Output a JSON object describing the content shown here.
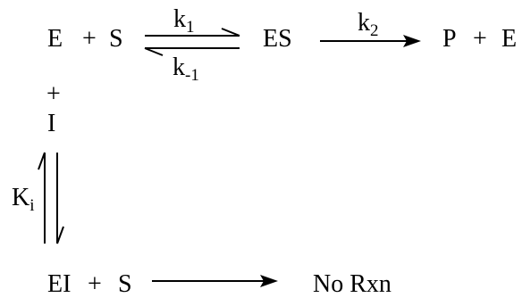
{
  "top_row": {
    "e": "E",
    "plus1": "+",
    "s": "S",
    "k1": {
      "base": "k",
      "sub": "1"
    },
    "km1": {
      "base": "k",
      "sub": "-1"
    },
    "es": "ES",
    "k2": {
      "base": "k",
      "sub": "2"
    },
    "p": "P",
    "plus2": "+",
    "e_product": "E"
  },
  "inhibitor": {
    "plus": "+",
    "i": "I",
    "ki": {
      "base": "K",
      "sub": "i"
    }
  },
  "bottom_row": {
    "ei": "EI",
    "plus": "+",
    "s": "S",
    "result": "No Rxn"
  }
}
